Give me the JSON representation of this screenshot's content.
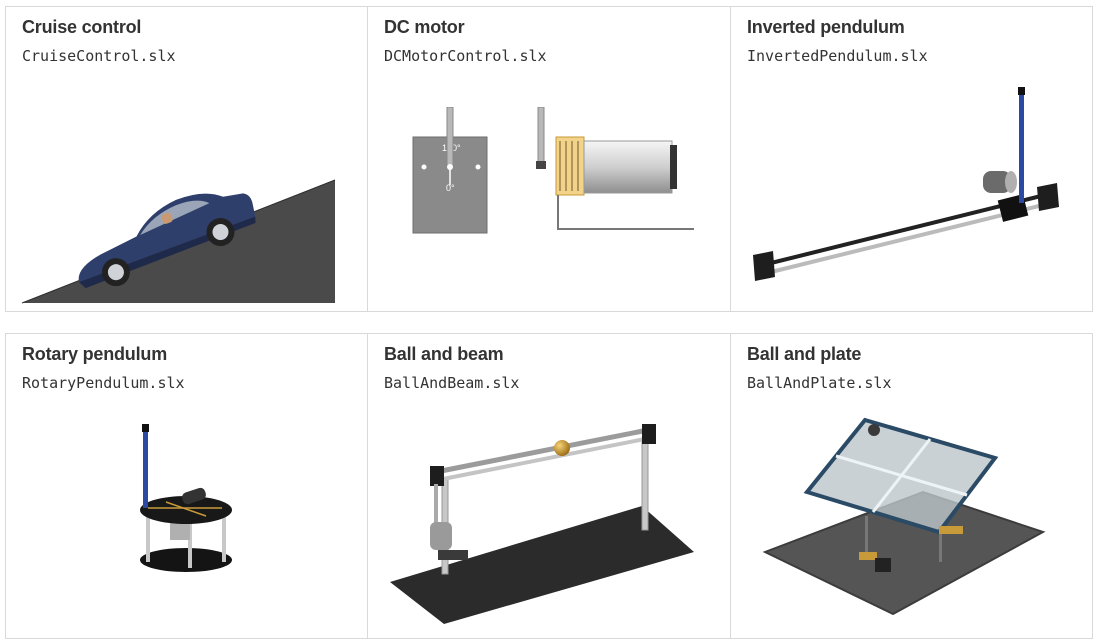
{
  "models": [
    {
      "title": "Cruise control",
      "file": "CruiseControl.slx"
    },
    {
      "title": "DC motor",
      "file": "DCMotorControl.slx"
    },
    {
      "title": "Inverted pendulum",
      "file": "InvertedPendulum.slx"
    },
    {
      "title": "Rotary pendulum",
      "file": "RotaryPendulum.slx"
    },
    {
      "title": "Ball and beam",
      "file": "BallAndBeam.slx"
    },
    {
      "title": "Ball and plate",
      "file": "BallAndPlate.slx"
    }
  ],
  "dial_labels": {
    "top": "180°",
    "bottom": "0°"
  }
}
